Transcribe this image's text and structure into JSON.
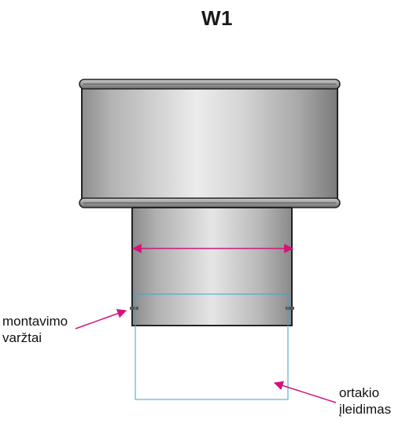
{
  "title": "W1",
  "labels": {
    "screws_line1": "montavimo",
    "screws_line2": "varžtai",
    "duct_line1": "ortakio",
    "duct_line2": "įleidimas"
  },
  "colors": {
    "arrow": "#d4147a",
    "duct_outline": "#3aa6c4",
    "outline": "#222222"
  }
}
